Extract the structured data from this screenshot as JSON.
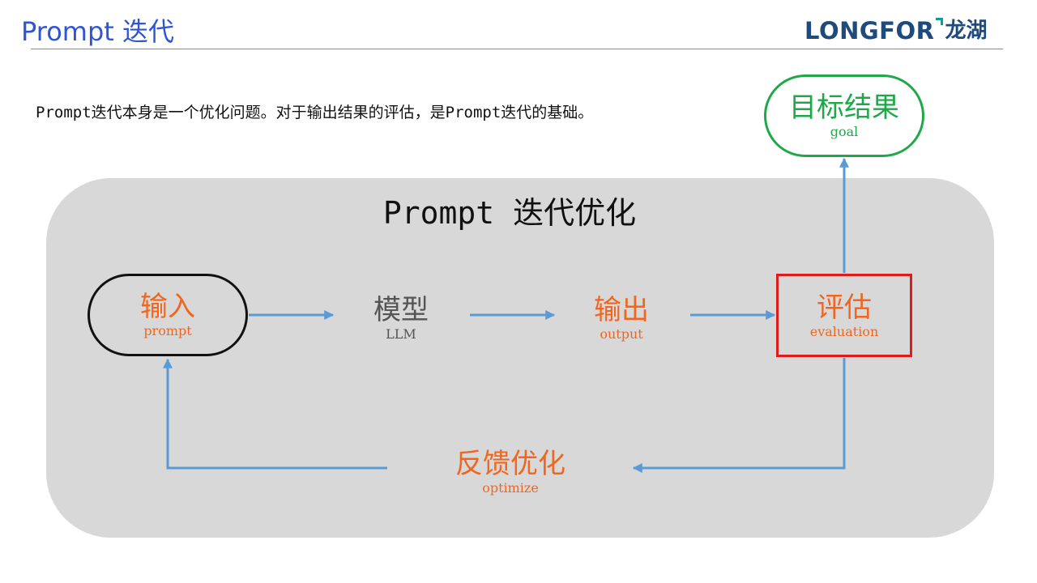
{
  "header": {
    "title": "Prompt 迭代",
    "logo": {
      "en": "LONGFOR",
      "cn": "龙湖"
    }
  },
  "intro_text": "Prompt迭代本身是一个优化问题。对于输出结果的评估，是Prompt迭代的基础。",
  "diagram": {
    "title": "Prompt 迭代优化",
    "nodes": {
      "input": {
        "cn": "输入",
        "en": "prompt"
      },
      "model": {
        "cn": "模型",
        "en": "LLM"
      },
      "output": {
        "cn": "输出",
        "en": "output"
      },
      "evaluation": {
        "cn": "评估",
        "en": "evaluation"
      },
      "goal": {
        "cn": "目标结果",
        "en": "goal"
      },
      "feedback": {
        "cn": "反馈优化",
        "en": "optimize"
      }
    },
    "colors": {
      "title": "#2f55d4",
      "accent_orange": "#f0661e",
      "gray_text": "#555555",
      "goal_green": "#1fa84a",
      "eval_border": "#e01b1b",
      "arrow": "#5b9bd5",
      "panel": "#d8d8d8",
      "logo_blue": "#1e4a7c",
      "logo_teal": "#00a39a"
    }
  }
}
